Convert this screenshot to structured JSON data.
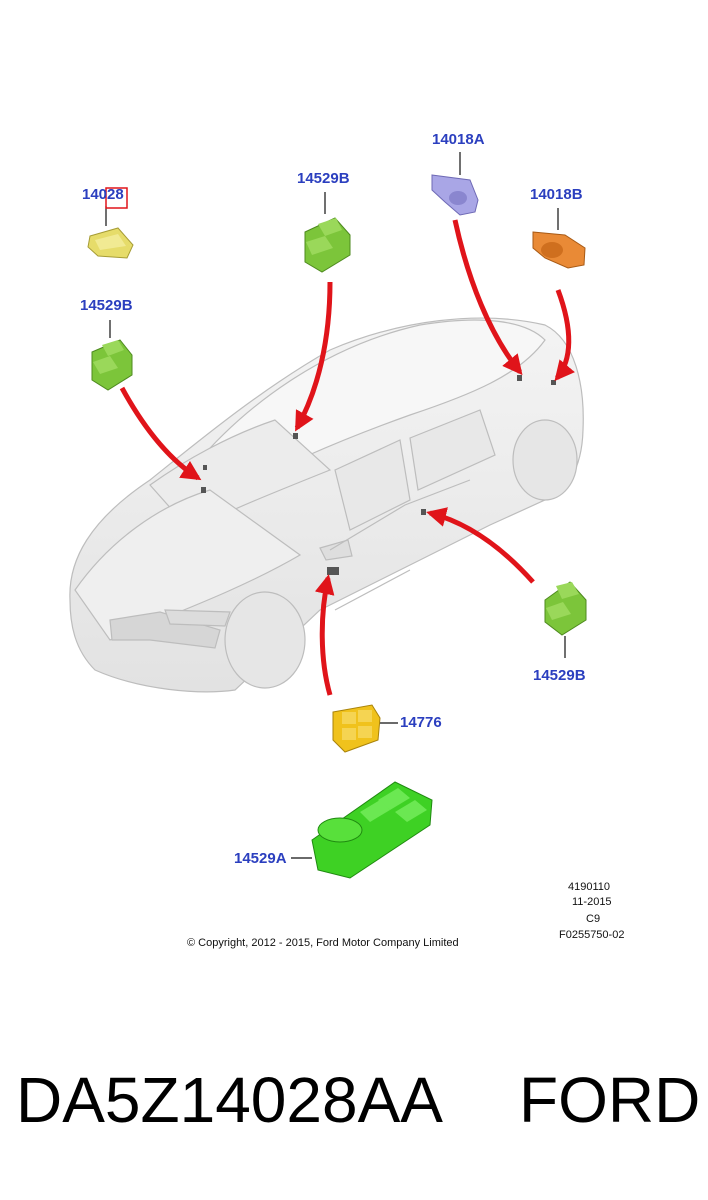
{
  "callouts": {
    "c14028": "14028",
    "c14529b_left": "14529B",
    "c14529b_top": "14529B",
    "c14018a": "14018A",
    "c14018b": "14018B",
    "c14529b_right": "14529B",
    "c14776": "14776",
    "c14529a": "14529A"
  },
  "meta": {
    "copyright": "© Copyright, 2012 - 2015, Ford Motor Company Limited",
    "ref_number": "4190110",
    "date": "11-2015",
    "code": "C9",
    "figure_id": "F0255750-02"
  },
  "footer": {
    "part_number": "DA5Z14028AA",
    "brand": "FORD"
  },
  "colors": {
    "callout": "#2b3fbf",
    "arrow": "#e0141a",
    "switch_green": "#7cc53a",
    "switch_bright_green": "#3ed124",
    "switch_yellow": "#f0c21c",
    "module_pale_yellow": "#e6dc6a",
    "sensor_lavender": "#a9a6e6",
    "sensor_orange": "#e98a36"
  }
}
